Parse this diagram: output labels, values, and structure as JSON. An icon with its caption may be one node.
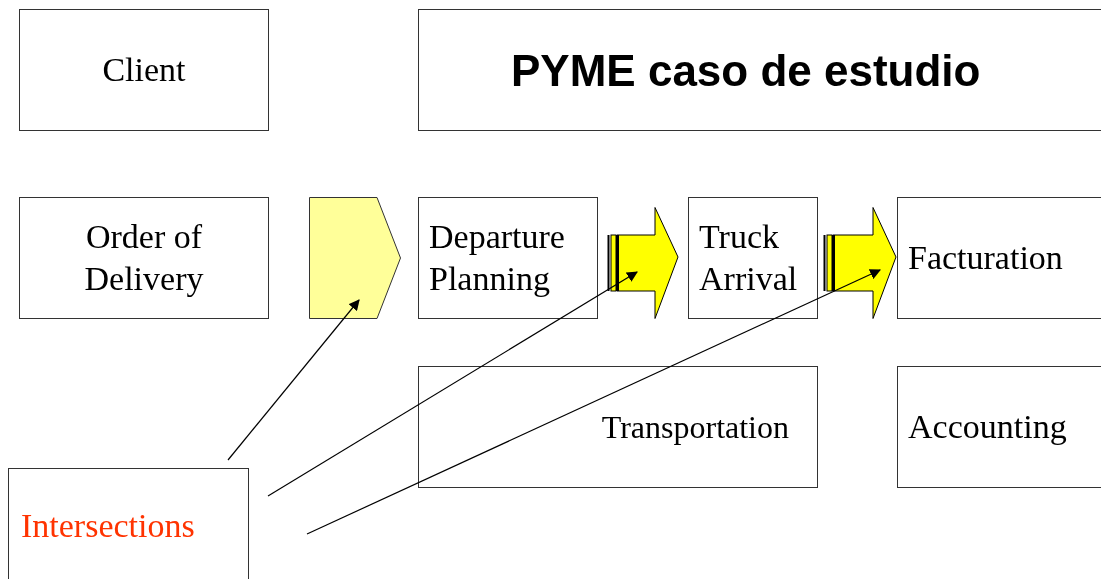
{
  "diagram": {
    "nodes": [
      {
        "text": [
          "Client"
        ]
      },
      {
        "text": [
          "PYME caso de estudio"
        ]
      },
      {
        "text": [
          "Order of Delivery"
        ]
      },
      {
        "text": [],
        "shape": "pentagon"
      },
      {
        "text": [
          "Departure Planning"
        ]
      },
      {
        "text": [],
        "shape": "arrow"
      },
      {
        "text": [
          "Truck Arrival"
        ]
      },
      {
        "text": [],
        "shape": "arrow"
      },
      {
        "text": [
          "Facturation"
        ]
      },
      {
        "text": [
          "Transportation"
        ]
      },
      {
        "text": [
          "Accounting"
        ]
      },
      {
        "text": [
          "Intersections"
        ]
      }
    ],
    "edges": [
      {
        "from": 11,
        "to": 3,
        "arrow": "to"
      },
      {
        "from": 11,
        "to": 5,
        "arrow": "to"
      },
      {
        "from": 11,
        "to": 7,
        "arrow": "to"
      }
    ]
  }
}
